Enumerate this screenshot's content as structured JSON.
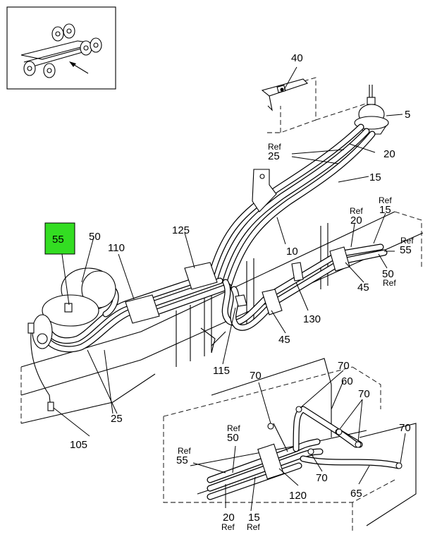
{
  "highlight": {
    "color": "#33dd22"
  },
  "callouts": [
    {
      "id": "c5",
      "text": "5",
      "sub": ""
    },
    {
      "id": "c10",
      "text": "10",
      "sub": ""
    },
    {
      "id": "c15a",
      "text": "15",
      "sub": ""
    },
    {
      "id": "c15b",
      "text": "15",
      "sub": "Ref",
      "sub_above": true
    },
    {
      "id": "c15c",
      "text": "15",
      "sub": "Ref"
    },
    {
      "id": "c20a",
      "text": "20",
      "sub": ""
    },
    {
      "id": "c20b",
      "text": "20",
      "sub": "Ref",
      "sub_above": true
    },
    {
      "id": "c20c",
      "text": "20",
      "sub": "Ref"
    },
    {
      "id": "c25a",
      "text": "25",
      "sub": "Ref",
      "sub_above": true
    },
    {
      "id": "c25b",
      "text": "25",
      "sub": ""
    },
    {
      "id": "c40",
      "text": "40",
      "sub": ""
    },
    {
      "id": "c45a",
      "text": "45",
      "sub": ""
    },
    {
      "id": "c45b",
      "text": "45",
      "sub": ""
    },
    {
      "id": "c50a",
      "text": "50",
      "sub": ""
    },
    {
      "id": "c50b",
      "text": "50",
      "sub": "Ref"
    },
    {
      "id": "c50c",
      "text": "50",
      "sub": "Ref",
      "sub_above": true
    },
    {
      "id": "c55a",
      "text": "55",
      "sub": "",
      "highlighted": true
    },
    {
      "id": "c55b",
      "text": "55",
      "sub": "Ref",
      "sub_above": true
    },
    {
      "id": "c55c",
      "text": "55",
      "sub": "Ref",
      "sub_above": true
    },
    {
      "id": "c60",
      "text": "60",
      "sub": ""
    },
    {
      "id": "c65",
      "text": "65",
      "sub": ""
    },
    {
      "id": "c70a",
      "text": "70",
      "sub": ""
    },
    {
      "id": "c70b",
      "text": "70",
      "sub": ""
    },
    {
      "id": "c70c",
      "text": "70",
      "sub": ""
    },
    {
      "id": "c70d",
      "text": "70",
      "sub": ""
    },
    {
      "id": "c70e",
      "text": "70",
      "sub": ""
    },
    {
      "id": "c105",
      "text": "105",
      "sub": ""
    },
    {
      "id": "c110",
      "text": "110",
      "sub": ""
    },
    {
      "id": "c115",
      "text": "115",
      "sub": ""
    },
    {
      "id": "c120",
      "text": "120",
      "sub": ""
    },
    {
      "id": "c125",
      "text": "125",
      "sub": ""
    },
    {
      "id": "c130",
      "text": "130",
      "sub": ""
    }
  ]
}
